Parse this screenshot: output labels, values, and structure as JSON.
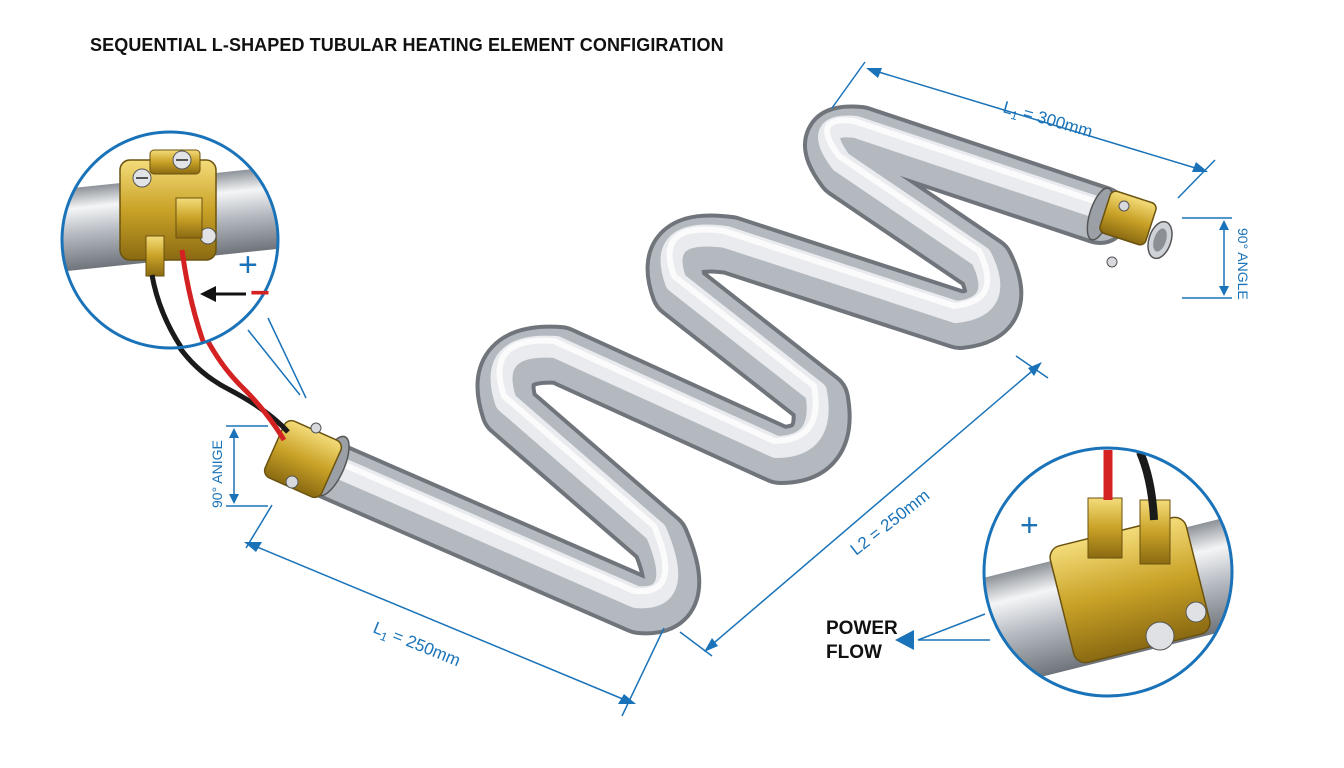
{
  "title": "SEQUENTIAL L-SHAPED TUBULAR HEATING ELEMENT CONFIGIRATION",
  "dimensions": {
    "top": {
      "label_main": "L",
      "label_sub": "1",
      "label_value": " = 300mm"
    },
    "bottom": {
      "label_main": "L",
      "label_sub": "1",
      "label_value": " = 250mm"
    },
    "diagonal": {
      "label": "L2 = 250mm"
    }
  },
  "angles": {
    "left": "90° ANIGE",
    "right": "90° ANGLE"
  },
  "polarity": {
    "positive": "+",
    "negative": "−"
  },
  "detail_right": {
    "positive": "+",
    "flow_line1": "POWER",
    "flow_line2": "FLOW"
  },
  "colors": {
    "dimension": "#1a73b8",
    "brass": "#c9a227",
    "tube": "#b8bdc4",
    "wire_red": "#d42222",
    "wire_black": "#1a1a1a"
  },
  "icons": [
    "plus-icon",
    "minus-icon",
    "arrow-left-icon",
    "triangle-left-icon"
  ]
}
